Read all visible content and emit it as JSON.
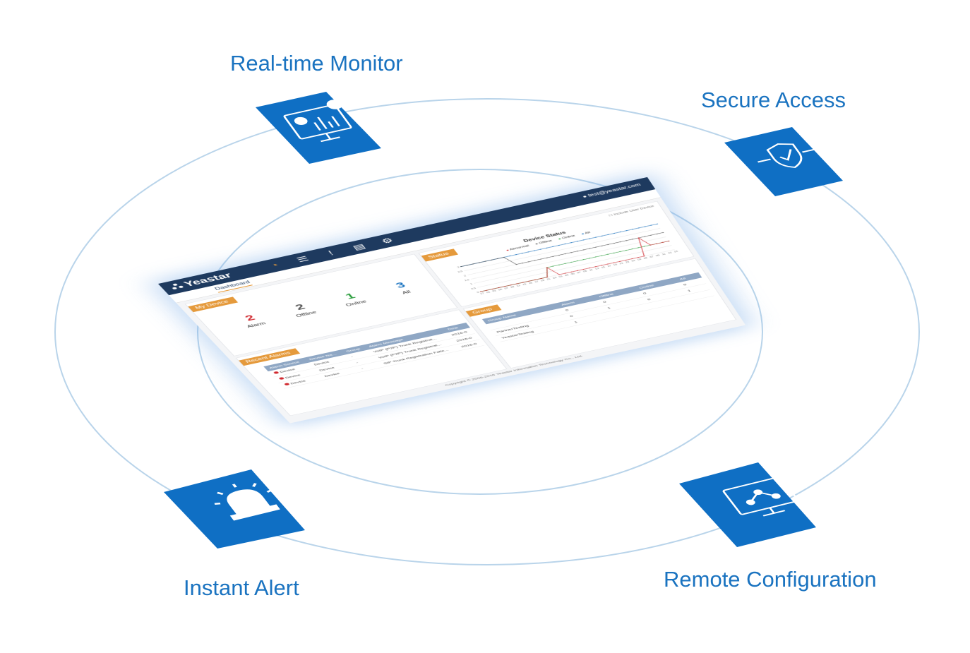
{
  "features": {
    "realtime_monitor": "Real-time Monitor",
    "secure_access": "Secure Access",
    "instant_alert": "Instant Alert",
    "remote_configuration": "Remote Configuration"
  },
  "app": {
    "logo": "Yeastar",
    "user_email": "test@yeastar.com",
    "tab": "Dashboard",
    "footer": "Copyright © 2006-2016 Yeastar Information Technology Co., Ltd."
  },
  "my_device": {
    "title": "My Device",
    "stats": [
      {
        "value": "2",
        "label": "Alarm",
        "color": "#d0282e"
      },
      {
        "value": "2",
        "label": "Offline",
        "color": "#555555"
      },
      {
        "value": "1",
        "label": "Online",
        "color": "#2a9d3c"
      },
      {
        "value": "3",
        "label": "All",
        "color": "#1a73c0"
      }
    ]
  },
  "status": {
    "title": "Status",
    "chart_title": "Device Status",
    "include_label": "Include User Device",
    "legend": [
      {
        "name": "Abnormal",
        "color": "#d0282e"
      },
      {
        "name": "Offline",
        "color": "#555555"
      },
      {
        "name": "Online",
        "color": "#2a9d3c"
      },
      {
        "name": "All",
        "color": "#1a73c0"
      }
    ]
  },
  "group": {
    "title": "Group",
    "columns": [
      "Group Name",
      "Alarm",
      "Offline",
      "Online",
      "All"
    ],
    "rows": [
      [
        "",
        "0",
        "0",
        "0",
        "0"
      ],
      [
        "PartnerTesting",
        "0",
        "1",
        "0",
        "1"
      ],
      [
        "YeastarTesting",
        "1",
        "",
        "",
        ""
      ]
    ]
  },
  "recent_alarms": {
    "title": "Recent Alarms",
    "columns": [
      "Alarm Source",
      "Device Na...",
      "Group",
      "Alarm Message",
      "Time"
    ],
    "rows": [
      [
        "Device",
        "Device",
        "-",
        "VoIP (P2P) Trunk Registrat...",
        "2016-0"
      ],
      [
        "Device",
        "Device",
        "-",
        "VoIP (P2P) Trunk Registrat...",
        "2016-0"
      ],
      [
        "Device",
        "Device",
        "-",
        "SIP Trunk Registration Faile...",
        "2016-0"
      ]
    ]
  },
  "chart_data": {
    "type": "line",
    "title": "Device Status",
    "x": [
      "17",
      "01",
      "03",
      "05",
      "07",
      "09",
      "11",
      "13",
      "15",
      "17",
      "19",
      "21",
      "23",
      "01",
      "03",
      "05",
      "07",
      "09",
      "11",
      "13",
      "15",
      "17",
      "19",
      "21",
      "23",
      "01",
      "03",
      "05",
      "07",
      "09",
      "11",
      "13",
      "15"
    ],
    "series": [
      {
        "name": "All",
        "values": [
          3,
          3,
          3,
          3,
          3,
          3,
          3,
          3,
          3,
          3,
          3,
          3,
          3,
          3,
          3,
          3,
          3,
          3,
          3,
          3,
          3,
          3,
          3,
          3,
          3,
          3,
          3,
          3,
          3,
          3,
          3,
          3,
          3
        ]
      },
      {
        "name": "Offline",
        "values": [
          3,
          3,
          3,
          3,
          3,
          3,
          3,
          3,
          2,
          2,
          2,
          2,
          2,
          2,
          2,
          2,
          2,
          2,
          2,
          2,
          2,
          2,
          2,
          2,
          2,
          2,
          2,
          2,
          2,
          2,
          2,
          2,
          2
        ]
      },
      {
        "name": "Online",
        "values": [
          0,
          0,
          0,
          0,
          0,
          0,
          0,
          0,
          0,
          0,
          0,
          0,
          1,
          1,
          1,
          1,
          1,
          1,
          1,
          1,
          1,
          1,
          1,
          1,
          1,
          1,
          1,
          1,
          1,
          1,
          1,
          1,
          1
        ]
      },
      {
        "name": "Abnormal",
        "values": [
          0,
          0,
          0,
          0,
          0,
          0,
          0,
          0,
          0,
          0,
          0,
          0,
          1,
          0,
          0,
          0,
          0,
          0,
          0,
          0,
          0,
          0,
          0,
          0,
          0,
          0,
          0,
          0,
          2,
          1,
          1,
          1,
          1
        ]
      }
    ],
    "ylim": [
      0,
      3
    ],
    "yticks": [
      "3",
      "2.5",
      "2",
      "1.5",
      "1",
      "0.5",
      "0"
    ]
  }
}
